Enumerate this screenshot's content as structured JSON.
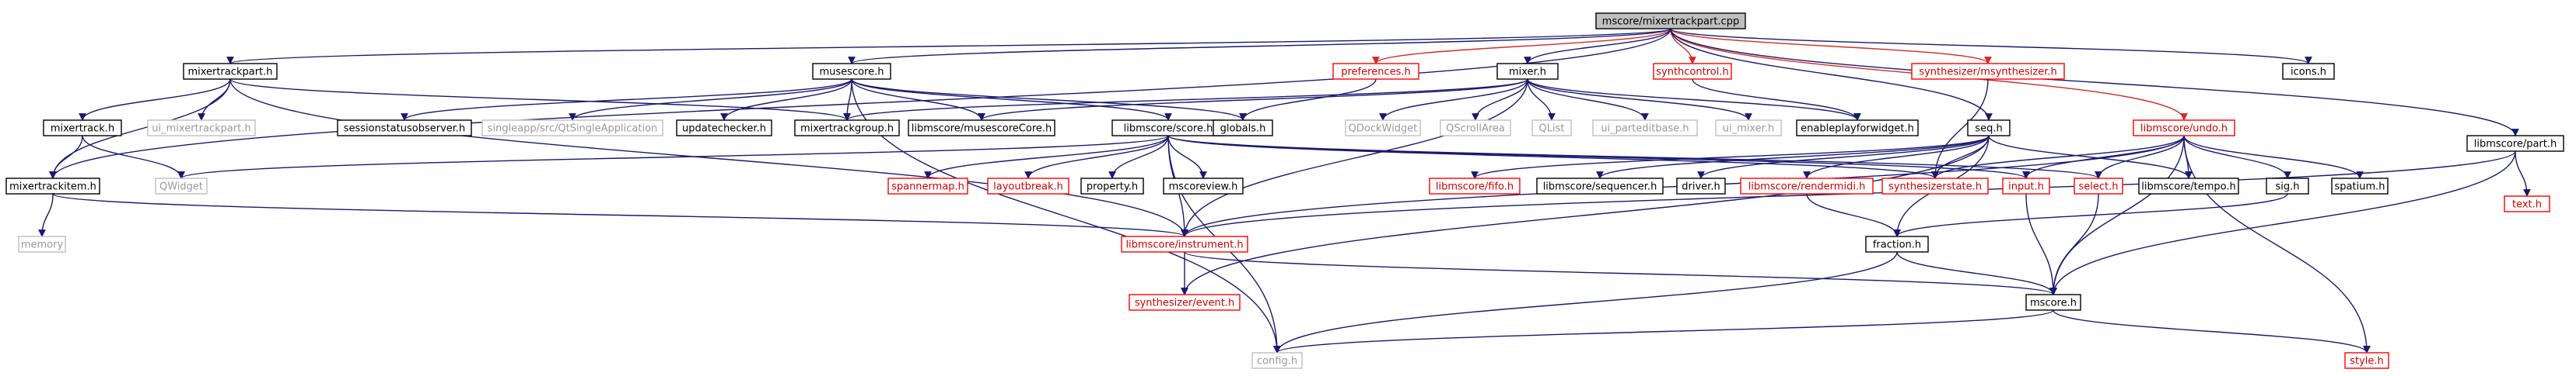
{
  "colors": {
    "edge": "#191970",
    "edge_highlight": "#d62828",
    "root_fill": "#bfbfbf",
    "box_black": "#000000",
    "box_red": "#ff0000",
    "box_gray": "#bfbfbf",
    "text_black": "#000000",
    "text_gray": "#9a9a9a",
    "text_red": "#d00000"
  },
  "nodes": [
    {
      "id": "root",
      "label": "mscore/mixertrackpart.cpp",
      "style": "root"
    },
    {
      "id": "mixertrackpart_h",
      "label": "mixertrackpart.h",
      "style": "black"
    },
    {
      "id": "musescore_h",
      "label": "musescore.h",
      "style": "black"
    },
    {
      "id": "preferences_h",
      "label": "preferences.h",
      "style": "red"
    },
    {
      "id": "mixer_h",
      "label": "mixer.h",
      "style": "black"
    },
    {
      "id": "synthcontrol_h",
      "label": "synthcontrol.h",
      "style": "red"
    },
    {
      "id": "msynthesizer_h",
      "label": "synthesizer/msynthesizer.h",
      "style": "red"
    },
    {
      "id": "icons_h",
      "label": "icons.h",
      "style": "black"
    },
    {
      "id": "mixertrack_h",
      "label": "mixertrack.h",
      "style": "black"
    },
    {
      "id": "ui_mixertrackpart_h",
      "label": "ui_mixertrackpart.h",
      "style": "gray"
    },
    {
      "id": "sessionstatusobserver_h",
      "label": "sessionstatusobserver.h",
      "style": "black"
    },
    {
      "id": "qtsingleapplication",
      "label": "singleapp/src/QtSingleApplication",
      "style": "gray"
    },
    {
      "id": "updatechecker_h",
      "label": "updatechecker.h",
      "style": "black"
    },
    {
      "id": "mixertrackgroup_h",
      "label": "mixertrackgroup.h",
      "style": "black"
    },
    {
      "id": "musescorecore_h",
      "label": "libmscore/musescoreCore.h",
      "style": "black"
    },
    {
      "id": "score_h",
      "label": "libmscore/score.h",
      "style": "black"
    },
    {
      "id": "globals_h",
      "label": "globals.h",
      "style": "black"
    },
    {
      "id": "qdockwidget",
      "label": "QDockWidget",
      "style": "gray"
    },
    {
      "id": "qscrollarea",
      "label": "QScrollArea",
      "style": "gray"
    },
    {
      "id": "qlist",
      "label": "QList",
      "style": "gray"
    },
    {
      "id": "ui_parteditbase_h",
      "label": "ui_parteditbase.h",
      "style": "gray"
    },
    {
      "id": "ui_mixer_h",
      "label": "ui_mixer.h",
      "style": "gray"
    },
    {
      "id": "enableplayforwidget_h",
      "label": "enableplayforwidget.h",
      "style": "black"
    },
    {
      "id": "seq_h",
      "label": "seq.h",
      "style": "black"
    },
    {
      "id": "undo_h",
      "label": "libmscore/undo.h",
      "style": "red"
    },
    {
      "id": "part_h",
      "label": "libmscore/part.h",
      "style": "black"
    },
    {
      "id": "qwidget",
      "label": "QWidget",
      "style": "gray"
    },
    {
      "id": "mixertrackitem_h",
      "label": "mixertrackitem.h",
      "style": "black"
    },
    {
      "id": "memory",
      "label": "memory",
      "style": "gray"
    },
    {
      "id": "spannermap_h",
      "label": "spannermap.h",
      "style": "red"
    },
    {
      "id": "layoutbreak_h",
      "label": "layoutbreak.h",
      "style": "red"
    },
    {
      "id": "property_h",
      "label": "property.h",
      "style": "black"
    },
    {
      "id": "mscoreview_h",
      "label": "mscoreview.h",
      "style": "black"
    },
    {
      "id": "fifo_h",
      "label": "libmscore/fifo.h",
      "style": "red"
    },
    {
      "id": "sequencer_h",
      "label": "libmscore/sequencer.h",
      "style": "black"
    },
    {
      "id": "driver_h",
      "label": "driver.h",
      "style": "black"
    },
    {
      "id": "rendermidi_h",
      "label": "libmscore/rendermidi.h",
      "style": "red"
    },
    {
      "id": "synthesizerstate_h",
      "label": "synthesizerstate.h",
      "style": "red"
    },
    {
      "id": "input_h",
      "label": "input.h",
      "style": "red"
    },
    {
      "id": "select_h",
      "label": "select.h",
      "style": "red"
    },
    {
      "id": "tempo_h",
      "label": "libmscore/tempo.h",
      "style": "black"
    },
    {
      "id": "sig_h",
      "label": "sig.h",
      "style": "black"
    },
    {
      "id": "spatium_h",
      "label": "spatium.h",
      "style": "black"
    },
    {
      "id": "instrument_h",
      "label": "libmscore/instrument.h",
      "style": "red"
    },
    {
      "id": "fraction_h",
      "label": "fraction.h",
      "style": "black"
    },
    {
      "id": "text_h",
      "label": "text.h",
      "style": "red"
    },
    {
      "id": "event_h",
      "label": "synthesizer/event.h",
      "style": "red"
    },
    {
      "id": "mscore_h",
      "label": "mscore.h",
      "style": "black"
    },
    {
      "id": "config_h",
      "label": "config.h",
      "style": "gray"
    },
    {
      "id": "style_h",
      "label": "style.h",
      "style": "red"
    }
  ],
  "edges": [
    [
      "root",
      "mixertrackpart_h"
    ],
    [
      "root",
      "musescore_h"
    ],
    [
      "root",
      "preferences_h",
      "red"
    ],
    [
      "root",
      "mixer_h"
    ],
    [
      "root",
      "synthcontrol_h",
      "red"
    ],
    [
      "root",
      "msynthesizer_h",
      "red"
    ],
    [
      "root",
      "icons_h"
    ],
    [
      "root",
      "undo_h",
      "red"
    ],
    [
      "root",
      "part_h"
    ],
    [
      "root",
      "seq_h"
    ],
    [
      "root",
      "mixertrackitem_h"
    ],
    [
      "mixertrackpart_h",
      "mixertrack_h"
    ],
    [
      "mixertrackpart_h",
      "ui_mixertrackpart_h"
    ],
    [
      "mixertrackpart_h",
      "mixertrackitem_h"
    ],
    [
      "mixertrackpart_h",
      "mixertrackgroup_h"
    ],
    [
      "mixertrackpart_h",
      "instrument_h"
    ],
    [
      "mixertrack_h",
      "mixertrackitem_h"
    ],
    [
      "mixertrack_h",
      "qwidget"
    ],
    [
      "mixertrackitem_h",
      "memory"
    ],
    [
      "mixertrackitem_h",
      "instrument_h"
    ],
    [
      "musescore_h",
      "sessionstatusobserver_h"
    ],
    [
      "musescore_h",
      "qtsingleapplication"
    ],
    [
      "musescore_h",
      "updatechecker_h"
    ],
    [
      "musescore_h",
      "mixertrackgroup_h"
    ],
    [
      "musescore_h",
      "musescorecore_h"
    ],
    [
      "musescore_h",
      "score_h"
    ],
    [
      "musescore_h",
      "globals_h"
    ],
    [
      "musescore_h",
      "config_h"
    ],
    [
      "preferences_h",
      "globals_h"
    ],
    [
      "mixer_h",
      "qdockwidget"
    ],
    [
      "mixer_h",
      "qscrollarea"
    ],
    [
      "mixer_h",
      "qlist"
    ],
    [
      "mixer_h",
      "ui_parteditbase_h"
    ],
    [
      "mixer_h",
      "ui_mixer_h"
    ],
    [
      "mixer_h",
      "enableplayforwidget_h"
    ],
    [
      "mixer_h",
      "mixertrackgroup_h"
    ],
    [
      "mixer_h",
      "instrument_h"
    ],
    [
      "mixer_h",
      "musescorecore_h"
    ],
    [
      "synthcontrol_h",
      "enableplayforwidget_h"
    ],
    [
      "msynthesizer_h",
      "synthesizerstate_h"
    ],
    [
      "score_h",
      "qwidget"
    ],
    [
      "score_h",
      "spannermap_h"
    ],
    [
      "score_h",
      "layoutbreak_h"
    ],
    [
      "score_h",
      "property_h"
    ],
    [
      "score_h",
      "mscoreview_h"
    ],
    [
      "score_h",
      "instrument_h"
    ],
    [
      "score_h",
      "synthesizerstate_h"
    ],
    [
      "score_h",
      "input_h"
    ],
    [
      "score_h",
      "select_h"
    ],
    [
      "score_h",
      "config_h"
    ],
    [
      "seq_h",
      "fifo_h"
    ],
    [
      "seq_h",
      "sequencer_h"
    ],
    [
      "seq_h",
      "driver_h"
    ],
    [
      "seq_h",
      "rendermidi_h"
    ],
    [
      "seq_h",
      "synthesizerstate_h"
    ],
    [
      "seq_h",
      "tempo_h"
    ],
    [
      "seq_h",
      "event_h"
    ],
    [
      "seq_h",
      "fraction_h"
    ],
    [
      "undo_h",
      "synthesizerstate_h"
    ],
    [
      "undo_h",
      "input_h"
    ],
    [
      "undo_h",
      "select_h"
    ],
    [
      "undo_h",
      "tempo_h"
    ],
    [
      "undo_h",
      "sig_h"
    ],
    [
      "undo_h",
      "spatium_h"
    ],
    [
      "undo_h",
      "instrument_h"
    ],
    [
      "undo_h",
      "mscore_h"
    ],
    [
      "undo_h",
      "style_h"
    ],
    [
      "part_h",
      "instrument_h"
    ],
    [
      "part_h",
      "text_h"
    ],
    [
      "part_h",
      "mscore_h"
    ],
    [
      "rendermidi_h",
      "fraction_h"
    ],
    [
      "input_h",
      "mscore_h"
    ],
    [
      "select_h",
      "mscore_h"
    ],
    [
      "sig_h",
      "fraction_h"
    ],
    [
      "instrument_h",
      "event_h"
    ],
    [
      "instrument_h",
      "mscore_h"
    ],
    [
      "fraction_h",
      "mscore_h"
    ],
    [
      "fraction_h",
      "config_h"
    ],
    [
      "mscore_h",
      "config_h"
    ],
    [
      "mscore_h",
      "style_h"
    ]
  ]
}
